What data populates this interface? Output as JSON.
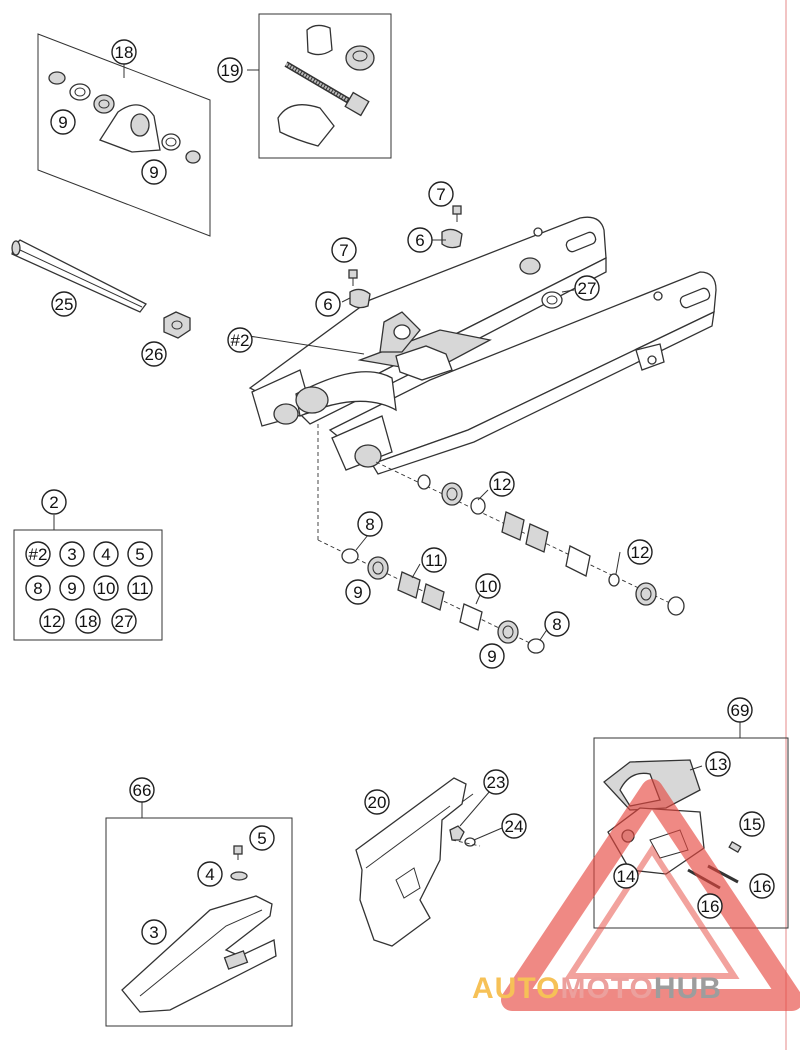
{
  "callouts": {
    "c18": "18",
    "c19": "19",
    "c9a": "9",
    "c9b": "9",
    "c7a": "7",
    "c6a": "6",
    "c7b": "7",
    "c6b": "6",
    "c27": "27",
    "c25": "25",
    "c26": "26",
    "c2ref": "#2",
    "c12a": "12",
    "c8a": "8",
    "c11": "11",
    "c12b": "12",
    "c10": "10",
    "c9c": "9",
    "c8b": "8",
    "c9d": "9",
    "c2": "2",
    "c69": "69",
    "c13": "13",
    "c15": "15",
    "c14": "14",
    "c16a": "16",
    "c16b": "16",
    "c66": "66",
    "c5": "5",
    "c4": "4",
    "c3": "3",
    "c20": "20",
    "c23": "23",
    "c24": "24"
  },
  "kit_contents": [
    "#2",
    "3",
    "4",
    "5",
    "8",
    "9",
    "10",
    "11",
    "12",
    "18",
    "27"
  ],
  "watermark": {
    "part1": "AUTO",
    "part2": "MOTO",
    "part3": "HUB",
    "color1": "#f5b73a",
    "color2": "#e9908c",
    "color3": "#8c8c8c",
    "triangle_color": "#e5473f"
  },
  "margin_line_color": "#e58a8a"
}
